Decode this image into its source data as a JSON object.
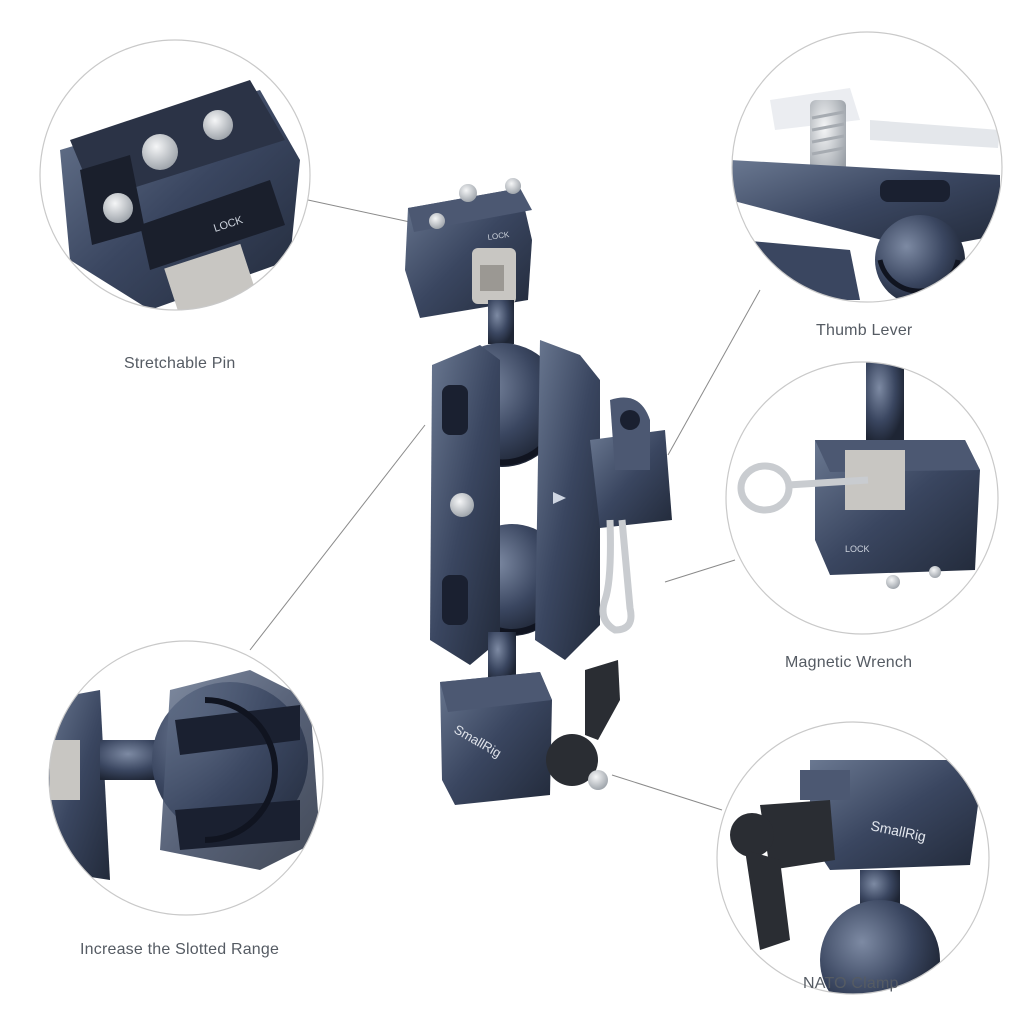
{
  "product": {
    "brand_mark": "SmallRig",
    "lock_engraving": "LOCK"
  },
  "callouts": [
    {
      "id": "stretchable-pin",
      "label": "Stretchable Pin"
    },
    {
      "id": "thumb-lever",
      "label": "Thumb Lever"
    },
    {
      "id": "magnetic-wrench",
      "label": "Magnetic Wrench"
    },
    {
      "id": "slotted-range",
      "label": "Increase the Slotted Range"
    },
    {
      "id": "nato-clamp",
      "label": "NATO Clamp"
    }
  ],
  "colors": {
    "background": "#ffffff",
    "metal": "#3a4660",
    "metal_light": "#6a7891",
    "metal_dark": "#222a3a",
    "steel": "#cfd2d6",
    "circle_border": "#c9c9c9",
    "leader_line": "#8a8a8a",
    "caption": "#555b63"
  }
}
